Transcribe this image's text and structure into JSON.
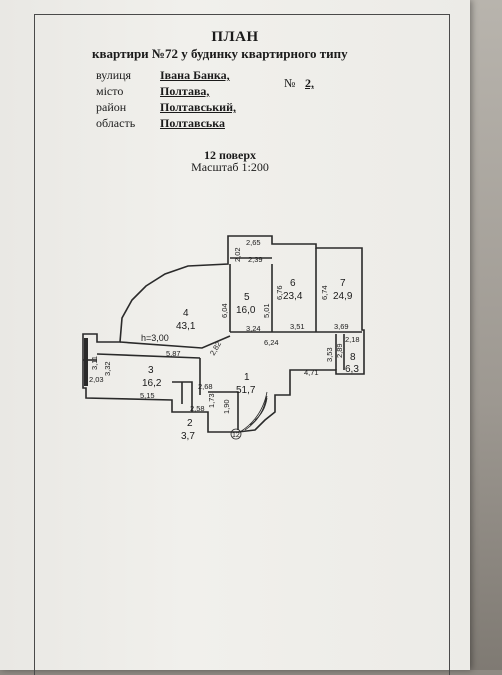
{
  "header": {
    "title": "ПЛАН",
    "subtitle": "квартири №72 у будинку квартирного типу"
  },
  "address": {
    "street_label": "вулиця",
    "street_value": "Івана Банка,",
    "number_label": "№",
    "number_value": "2,",
    "city_label": "місто",
    "city_value": "Полтава,",
    "district_label": "район",
    "district_value": "Полтавський,",
    "region_label": "область",
    "region_value": "Полтавська"
  },
  "floor_info": {
    "floor": "12 поверх",
    "scale": "Масштаб 1:200"
  },
  "plan": {
    "height_note": "h=3,00",
    "stair_mark": "12",
    "rooms": [
      {
        "num": "1",
        "area": "51,7"
      },
      {
        "num": "2",
        "area": "3,7"
      },
      {
        "num": "3",
        "area": "16,2"
      },
      {
        "num": "4",
        "area": "43,1"
      },
      {
        "num": "5",
        "area": "16,0"
      },
      {
        "num": "6",
        "area": "23,4"
      },
      {
        "num": "7",
        "area": "24,9"
      },
      {
        "num": "8",
        "area": "6,3"
      }
    ],
    "dimensions": [
      "2,65",
      "2,02",
      "2,39",
      "6,04",
      "5,01",
      "6,76",
      "6,74",
      "3,24",
      "3,51",
      "3,69",
      "6,24",
      "2,82",
      "5,87",
      "3,11",
      "2,03",
      "3,32",
      "2,68",
      "1,73",
      "2,58",
      "1,90",
      "5,15",
      "4,71",
      "3,53",
      "2,89",
      "2,18"
    ]
  }
}
